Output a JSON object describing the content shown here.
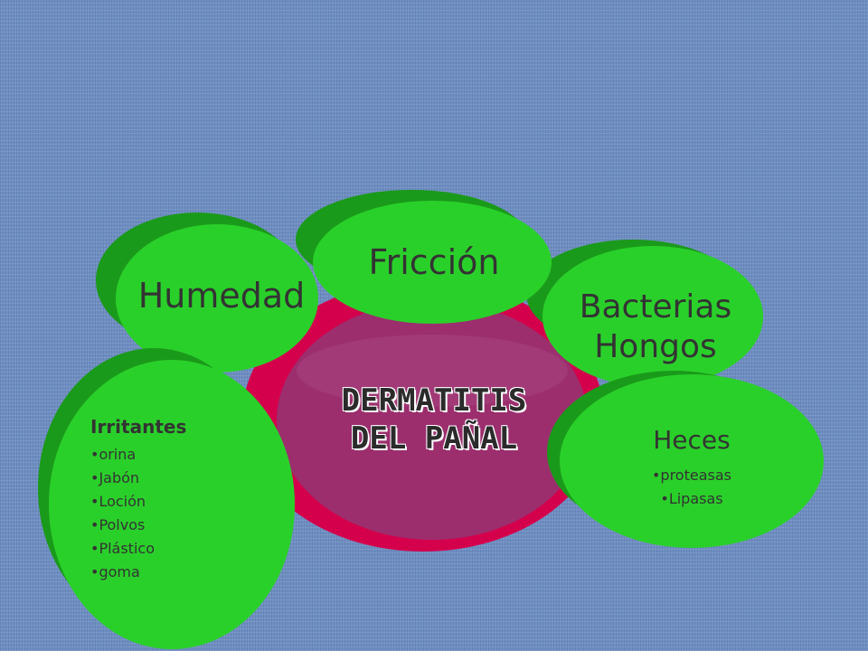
{
  "colors": {
    "background": "#6f8fc2",
    "bubble_green": "#2ad02a",
    "bubble_green_shadow": "#1a9a1a",
    "center_fill": "#9c2e6e",
    "center_ring": "#d4004c",
    "text": "#333333"
  },
  "diagram": {
    "center": {
      "lines": [
        "DERMATITIS",
        "DEL PAÑAL"
      ]
    },
    "nodes": {
      "friccion": {
        "label": "Fricción"
      },
      "humedad": {
        "label": "Humedad"
      },
      "bacterias": {
        "lines": [
          "Bacterias",
          "Hongos"
        ]
      },
      "irritantes": {
        "title": "Irritantes",
        "items": [
          "orina",
          "Jabón",
          "Loción",
          "Polvos",
          "Plástico",
          "goma"
        ]
      },
      "heces": {
        "title": "Heces",
        "items": [
          "proteasas",
          "Lipasas"
        ]
      }
    }
  }
}
